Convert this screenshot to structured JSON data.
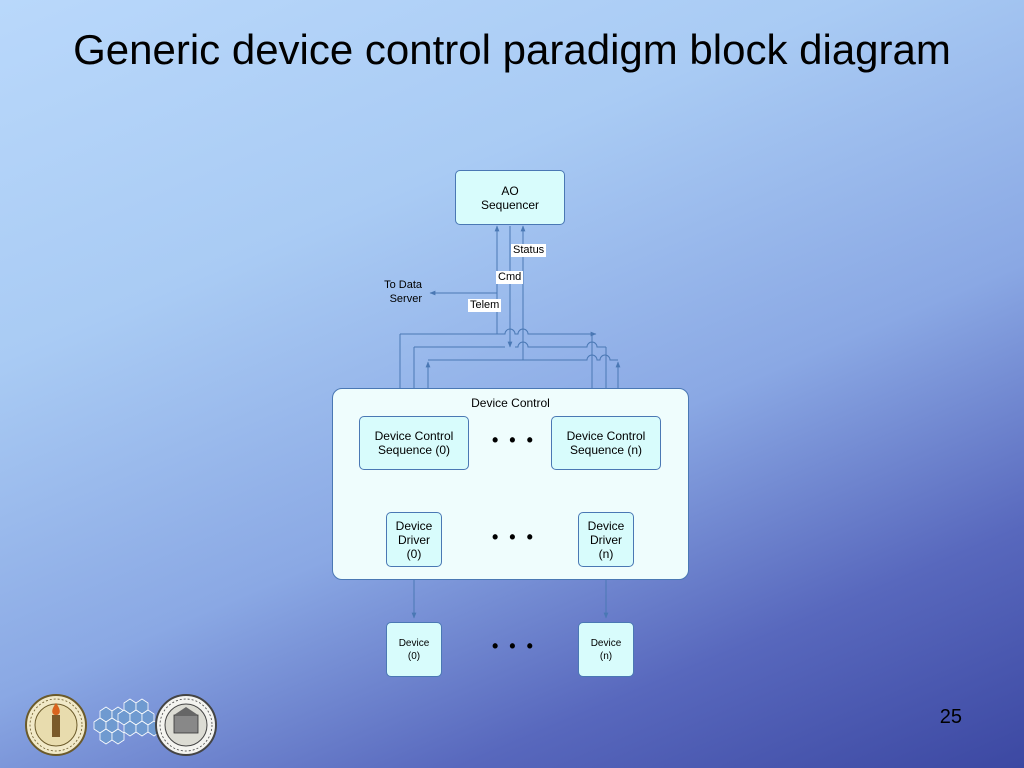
{
  "slide": {
    "title": "Generic device control paradigm block diagram",
    "page_number": "25"
  },
  "diagram": {
    "sequencer": "AO\nSequencer",
    "labels": {
      "status": "Status",
      "cmd": "Cmd",
      "telem": "Telem",
      "to_data_server": "To Data\nServer"
    },
    "device_control": {
      "title": "Device Control",
      "sequence_0": "Device Control\nSequence (0)",
      "sequence_n": "Device Control\nSequence (n)",
      "driver_0": "Device\nDriver\n(0)",
      "driver_n": "Device\nDriver\n(n)"
    },
    "device_0": "Device\n(0)",
    "device_n": "Device\n(n)",
    "ellipsis": "• • •"
  },
  "colors": {
    "box_fill": "#d8fcfc",
    "box_stroke": "#4a78b4",
    "wire": "#4a78b4"
  },
  "logos": [
    "caltech-seal",
    "hexagon-mirror-logo",
    "university-of-california-seal"
  ]
}
